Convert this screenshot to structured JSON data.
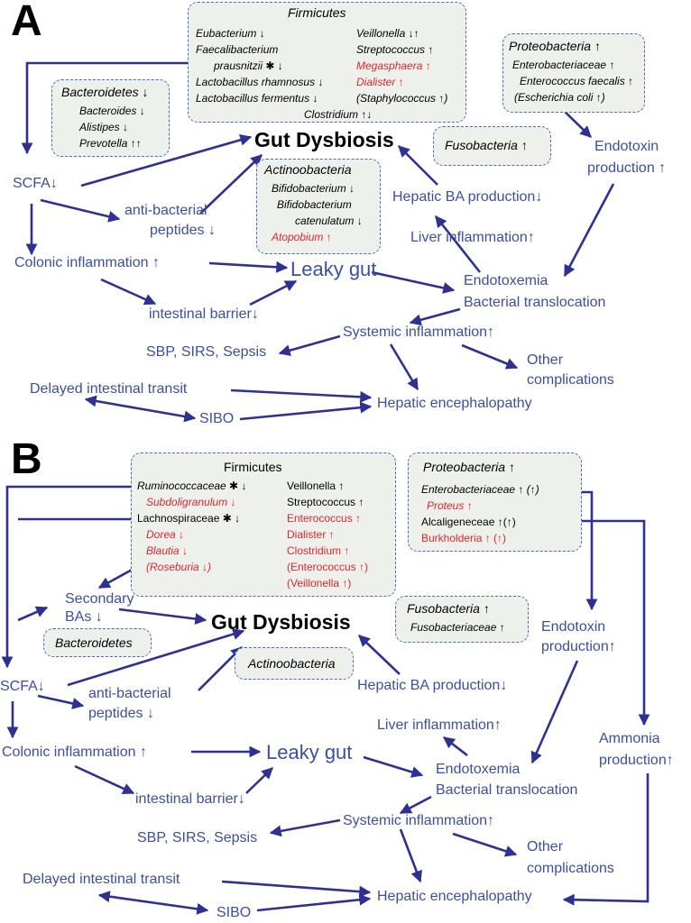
{
  "panelA": {
    "label": "A",
    "firmicutes": {
      "title": "Firmicutes",
      "items_left": [
        "Eubacterium ↓",
        "Faecalibacterium",
        "prausnitzii ✱ ↓",
        "Lactobacillus rhamnosus ↓",
        "Lactobacillus fermentus ↓"
      ],
      "items_right": [
        "Veillonella ↓↑",
        "Streptococcus ↑",
        "Megasphaera ↑",
        "Dialister ↑",
        "(Staphylococcus ↑)"
      ],
      "clostridium": "Clostridium ↑↓"
    },
    "bacteroidetes": {
      "title": "Bacteroidetes ↓",
      "items": [
        "Bacteroides ↓",
        "Alistipes ↓",
        "Prevotella ↑↑"
      ]
    },
    "proteobacteria": {
      "title": "Proteobacteria ↑",
      "items": [
        "Enterobacteriaceae ↑",
        "Enterococcus faecalis ↑",
        "(Escherichia coli ↑)"
      ]
    },
    "fusobacteria": "Fusobacteria ↑",
    "actinobacteria": {
      "title": "Actinoobacteria",
      "items": [
        "Bifidobacterium ↓",
        "Bifidobacterium",
        "catenulatum ↓",
        "Atopobium ↑"
      ]
    },
    "gut_dysbiosis": "Gut Dysbiosis",
    "scfa": "SCFA↓",
    "antibacterial_1": "anti-bacterial",
    "antibacterial_2": "peptides ↓",
    "colonic": "Colonic inflammation ↑",
    "leaky_gut": "Leaky gut",
    "barrier": "intestinal barrier↓",
    "endotoxin_1": "Endotoxin",
    "endotoxin_2": "production ↑",
    "hepatic_ba": "Hepatic BA production↓",
    "liver_inflammation": "Liver inflammation↑",
    "endotoxemia": "Endotoxemia",
    "translocation": "Bacterial translocation",
    "systemic": "Systemic inflammation↑",
    "sbp": "SBP, SIRS, Sepsis",
    "other_1": "Other",
    "other_2": "complications",
    "delayed": "Delayed intestinal transit",
    "sibo": "SIBO",
    "he": "Hepatic encephalopathy"
  },
  "panelB": {
    "label": "B",
    "firmicutes": {
      "title": "Firmicutes",
      "items_left": [
        "Ruminococcaceae ✱ ↓",
        "Subdoligranulum ↓",
        "Lachnospiraceae ✱ ↓",
        "Dorea ↓",
        "Blautia ↓",
        "(Roseburia ↓)"
      ],
      "items_right": [
        "Veillonella ↑",
        "Streptococcus ↑",
        "Enterococcus ↑",
        "Dialister ↑",
        "Clostridium ↑",
        "(Enterococcus ↑)",
        "(Veillonella ↑)"
      ]
    },
    "proteobacteria": {
      "title": "Proteobacteria ↑",
      "items": [
        "Enterobacteriaceae ↑ (↑)",
        "Proteus ↑",
        "Alcaligeneceae ↑(↑)",
        "Burkholderia ↑ (↑)"
      ]
    },
    "fusobacteria": {
      "title": "Fusobacteria ↑",
      "item": "Fusobacteriaceae ↑"
    },
    "bacteroidetes": "Bacteroidetes",
    "actinobacteria": "Actinoobacteria",
    "secondary_1": "Secondary",
    "secondary_2": "BAs ↓",
    "gut_dysbiosis": "Gut Dysbiosis",
    "scfa": "SCFA↓",
    "antibacterial_1": "anti-bacterial",
    "antibacterial_2": "peptides ↓",
    "colonic": "Colonic inflammation ↑",
    "leaky_gut": "Leaky gut",
    "barrier": "intestinal barrier↓",
    "endotoxin_1": "Endotoxin",
    "endotoxin_2": "production↑",
    "ammonia_1": "Ammonia",
    "ammonia_2": "production↑",
    "hepatic_ba": "Hepatic BA production↓",
    "liver_inflammation": "Liver inflammation↑",
    "endotoxemia": "Endotoxemia",
    "translocation": "Bacterial translocation",
    "systemic": "Systemic inflammation↑",
    "sbp": "SBP, SIRS, Sepsis",
    "other_1": "Other",
    "other_2": "complications",
    "delayed": "Delayed intestinal transit",
    "sibo": "SIBO",
    "he": "Hepatic encephalopathy"
  },
  "colors": {
    "node_text": "#3c4fa0",
    "arrow": "#2e3192",
    "increase_highlight": "#e0262c",
    "box_fill": "#eef0ec",
    "box_border": "#4a6bb5"
  }
}
